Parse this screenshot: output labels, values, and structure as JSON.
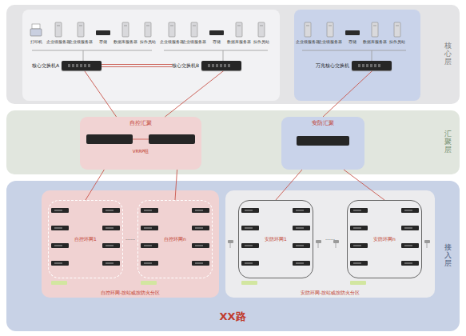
{
  "diagram": {
    "caption": "XX路",
    "nodes": [
      {
        "text": [
          "核心层"
        ]
      },
      {
        "text": [
          "核心交换机A"
        ],
        "in": 0
      },
      {
        "text": [
          "核心交换机B"
        ],
        "in": 0
      },
      {
        "text": [
          "万兆核心交换机"
        ],
        "in": 0
      },
      {
        "text": [
          "汇聚层"
        ]
      },
      {
        "text": [
          "自控汇聚"
        ],
        "in": 4
      },
      {
        "text": [
          "安防汇聚"
        ],
        "in": 4
      },
      {
        "text": [
          "接入层"
        ]
      },
      {
        "text": [
          "自控环网-按站或按防火分区"
        ],
        "in": 7
      },
      {
        "text": [
          "自控环网1"
        ],
        "in": 8
      },
      {
        "text": [
          "自控环网n"
        ],
        "in": 8
      },
      {
        "text": [
          "安防环网-按站或按防火分区"
        ],
        "in": 7
      },
      {
        "text": [
          "安防环网1"
        ],
        "in": 11
      },
      {
        "text": [
          "安防环网n"
        ],
        "in": 11
      }
    ],
    "edges": [
      {
        "from": 1,
        "to": 2,
        "arrow": "none"
      },
      {
        "from": 1,
        "to": 5,
        "arrow": "none"
      },
      {
        "from": 2,
        "to": 5,
        "arrow": "none"
      },
      {
        "from": 3,
        "to": 6,
        "arrow": "none"
      },
      {
        "from": 5,
        "to": 9,
        "arrow": "none"
      },
      {
        "from": 5,
        "to": 10,
        "arrow": "none"
      },
      {
        "from": 6,
        "to": 12,
        "arrow": "none"
      },
      {
        "from": 6,
        "to": 13,
        "arrow": "none"
      }
    ],
    "labels": [
      "打印机",
      "企业级服务器",
      "企业级服务器",
      "存储",
      "数据库服务器",
      "操作员站",
      "企业级服务器",
      "企业级服务器",
      "存储",
      "数据库服务器",
      "操作员站",
      "企业级服务器",
      "企业级服务器",
      "存储",
      "数据库服务器",
      "操作员站",
      "VRRP组",
      "……",
      "……"
    ]
  }
}
